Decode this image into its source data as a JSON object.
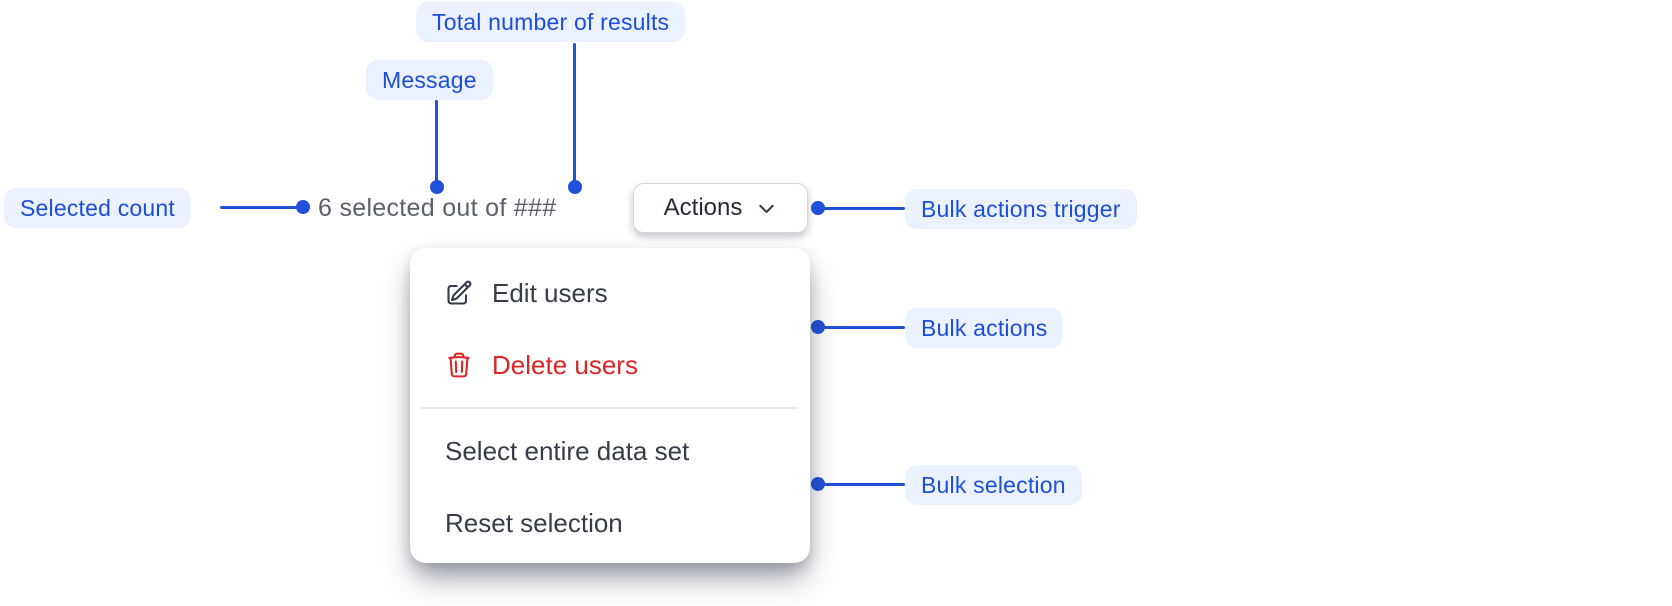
{
  "colors": {
    "accent_blue": "#1D4ED8",
    "connector_blue": "#2151DB",
    "pill_bg": "#EBF1FE",
    "muted_text": "#5B616B",
    "menu_text": "#373D47",
    "danger_red": "#DC2626",
    "button_border": "#D5D8DD"
  },
  "annotations": {
    "selected_count": "Selected count",
    "message": "Message",
    "total_results": "Total number of results",
    "bulk_actions_trigger": "Bulk actions trigger",
    "bulk_actions": "Bulk actions",
    "bulk_selection": "Bulk selection"
  },
  "bulk_bar": {
    "selection_message": "6 selected out of ###",
    "actions_button_label": "Actions"
  },
  "menu": {
    "items": [
      {
        "label": "Edit users",
        "icon": "pencil-square-icon"
      },
      {
        "label": "Delete users",
        "icon": "trash-icon",
        "variant": "danger"
      },
      {
        "label": "Select entire data set"
      },
      {
        "label": "Reset selection"
      }
    ]
  }
}
